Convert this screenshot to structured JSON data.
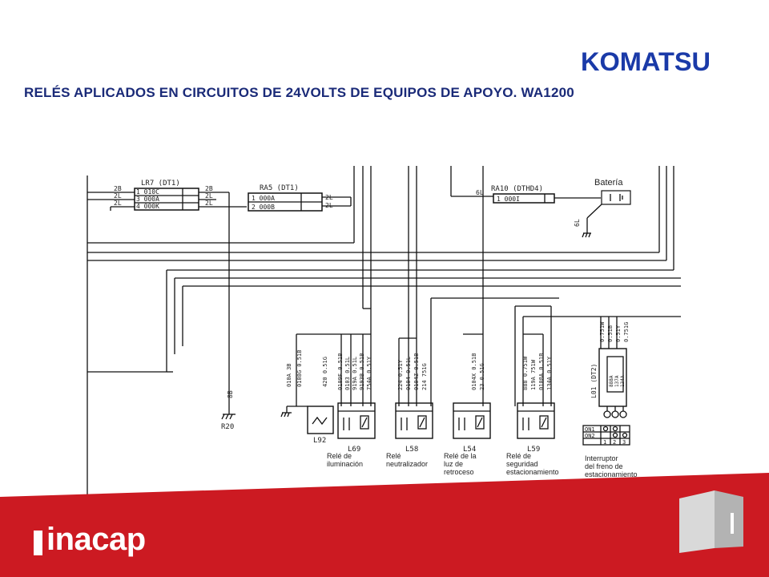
{
  "brand": {
    "name": "KOMATSU",
    "color": "#1a3aa8"
  },
  "title": "RELÉS APLICADOS EN CIRCUITOS DE 24VOLTS DE EQUIPOS DE APOYO. WA1200",
  "diagram": {
    "connectors": {
      "lr7": {
        "name": "LR7 (DT1)",
        "rows": [
          "1 010C",
          "3 000A",
          "4 000K"
        ],
        "left_wires": [
          "2B",
          "2L",
          "2L"
        ],
        "right_wires": [
          "2B",
          "2L",
          "2L"
        ]
      },
      "ra5": {
        "name": "RA5 (DT1)",
        "rows": [
          "1 000A",
          "2 000B"
        ],
        "right_wires": [
          "2L",
          "2L"
        ]
      },
      "ra10": {
        "name": "RA10 (DTHD4)",
        "row": "1 000I",
        "wire": "6L"
      },
      "battery": {
        "label": "Batería",
        "wire": "6L"
      },
      "r20": {
        "name": "R20",
        "wire": "8B"
      }
    },
    "relay_wires": {
      "l92": [
        "010A 3B",
        "0108G 0.51B",
        "420 0.51G"
      ],
      "l69": [
        "0109F 0.51B",
        "0103 0.51L",
        "919A 0.51L",
        "9193B 0.51B",
        "754A 0.51Y"
      ],
      "l58": [
        "224 0.51Y",
        "0104 0.51L",
        "0104Z 0.51B",
        "214 751G"
      ],
      "l54": [
        "0104X 0.51B",
        "23 0.51G"
      ],
      "l59": [
        "888 0.751W",
        "119A 751W",
        "0108A 0.51B",
        "134A 0.51Y"
      ],
      "l01": [
        "0.751W",
        "0.51B",
        "0.51Y",
        "0.751G"
      ]
    },
    "relays": [
      {
        "id": "L92",
        "caption": ""
      },
      {
        "id": "L69",
        "caption": "Relé de iluminación"
      },
      {
        "id": "L58",
        "caption": "Relé neutralizador"
      },
      {
        "id": "L54",
        "caption": "Relé de la luz de retroceso"
      },
      {
        "id": "L59",
        "caption": "Relé de seguridad estacionamiento"
      }
    ],
    "switch": {
      "id": "L01 (DT2)",
      "caption": "Interruptor del freno de estacionamiento",
      "table": {
        "rows": [
          "ON1",
          "ON2"
        ],
        "cols": [
          "1",
          "2",
          "3"
        ]
      },
      "pins": [
        "888A",
        "137A",
        "134A"
      ]
    }
  },
  "footer": {
    "brand": "inacap",
    "bg_color": "#cc1a22"
  }
}
